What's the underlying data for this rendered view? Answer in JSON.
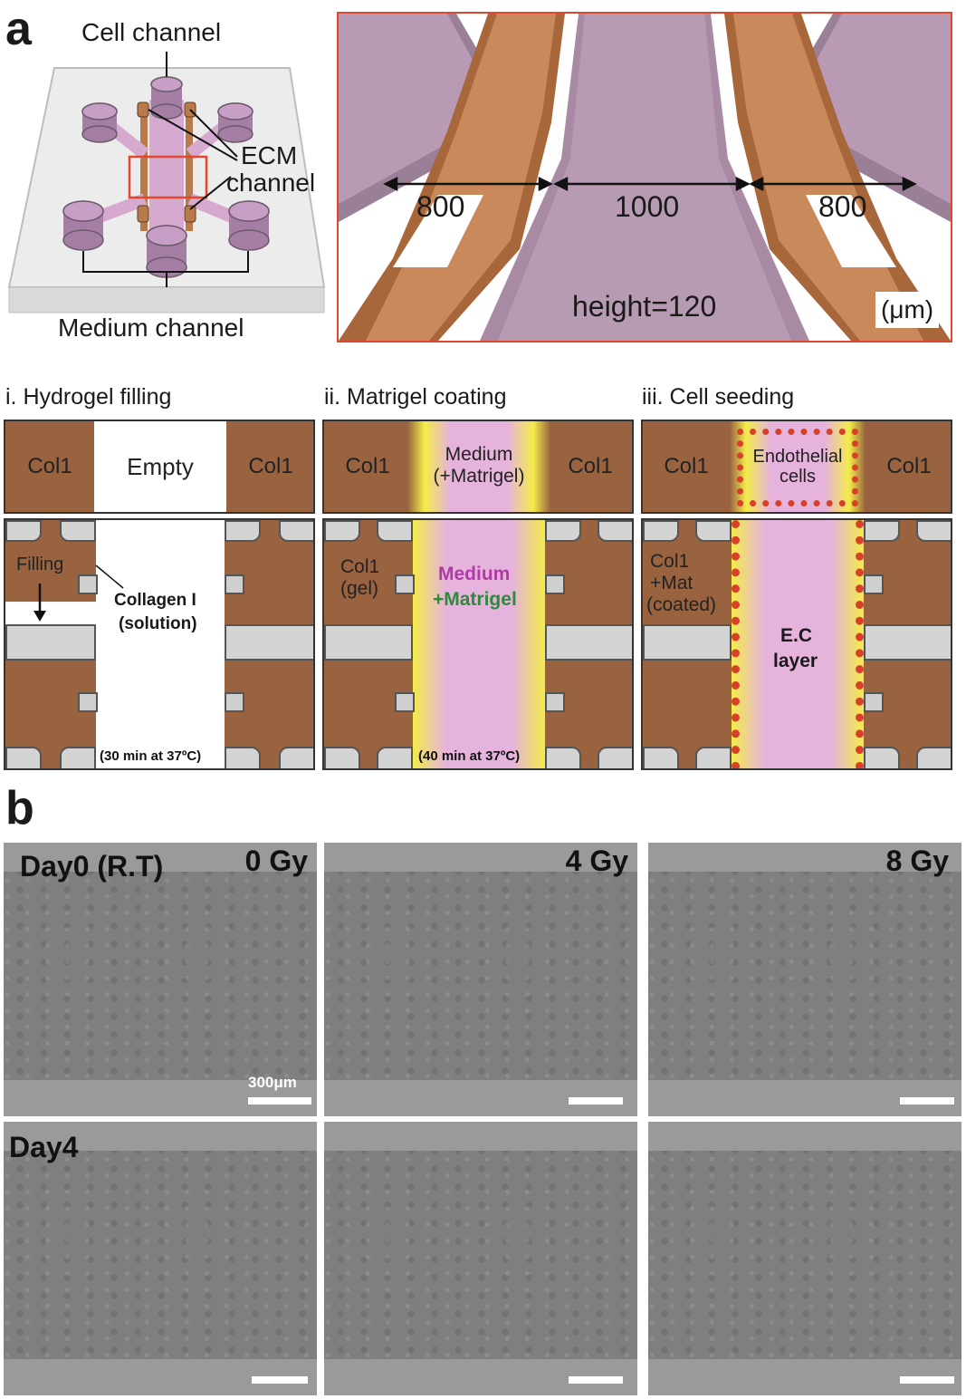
{
  "panel_a": {
    "letter": "a",
    "device_labels": {
      "cell_channel": "Cell channel",
      "ecm_line1": "ECM",
      "ecm_line2": "channel",
      "medium_channel": "Medium channel"
    },
    "zoom_labels": {
      "width_left": "800",
      "width_center": "1000",
      "width_right": "800",
      "height": "height=120",
      "unit": "(μm)"
    },
    "steps": [
      {
        "title": "i. Hydrogel filling",
        "strip": {
          "left": "Col1",
          "center": "Empty",
          "right": "Col1"
        },
        "detail": {
          "filling": "Filling",
          "collagen1": "Collagen I",
          "collagen2": "(solution)",
          "time": "(30 min at 37ºC)"
        }
      },
      {
        "title": "ii. Matrigel coating",
        "strip": {
          "left": "Col1",
          "center1": "Medium",
          "center2": "(+Matrigel)",
          "right": "Col1"
        },
        "detail": {
          "col1_line1": "Col1",
          "col1_line2": "(gel)",
          "medium": "Medium",
          "matrigel": "+Matrigel",
          "time": "(40 min at 37ºC)"
        }
      },
      {
        "title": "iii. Cell seeding",
        "strip": {
          "left": "Col1",
          "center1": "Endothelial",
          "center2": "cells",
          "right": "Col1"
        },
        "detail": {
          "col1_line1": "Col1",
          "col1_line2": "+Mat",
          "col1_line3": "(coated)",
          "ec1": "E.C",
          "ec2": "layer"
        }
      }
    ]
  },
  "panel_b": {
    "letter": "b",
    "rows": [
      {
        "label": "Day0 (R.T)",
        "doses": [
          "0 Gy",
          "4 Gy",
          "8 Gy"
        ]
      },
      {
        "label": "Day4"
      }
    ],
    "scale_label": "300μm"
  },
  "colors": {
    "collagen": "#9a6340",
    "medium": "#e6b3dd",
    "matrigel": "#f3ec4a",
    "cell": "#d8402a",
    "zoom_border": "#e0472f"
  }
}
